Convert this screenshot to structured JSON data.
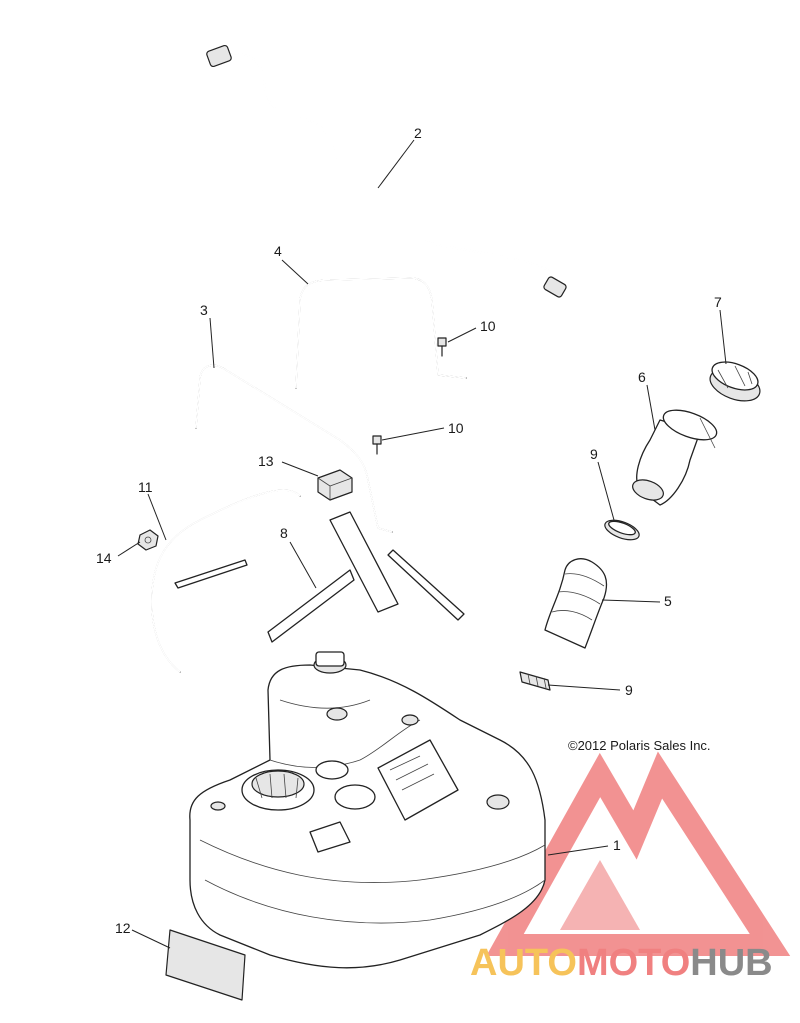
{
  "callouts": [
    {
      "id": "p1",
      "label": "1"
    },
    {
      "id": "p2",
      "label": "2"
    },
    {
      "id": "p3",
      "label": "3"
    },
    {
      "id": "p4",
      "label": "4"
    },
    {
      "id": "p5",
      "label": "5"
    },
    {
      "id": "p6",
      "label": "6"
    },
    {
      "id": "p7",
      "label": "7"
    },
    {
      "id": "p8",
      "label": "8"
    },
    {
      "id": "p9a",
      "label": "9"
    },
    {
      "id": "p9b",
      "label": "9"
    },
    {
      "id": "p10a",
      "label": "10"
    },
    {
      "id": "p10b",
      "label": "10"
    },
    {
      "id": "p11",
      "label": "11"
    },
    {
      "id": "p12",
      "label": "12"
    },
    {
      "id": "p13",
      "label": "13"
    },
    {
      "id": "p14",
      "label": "14"
    }
  ],
  "copyright": "©2012 Polaris Sales Inc.",
  "logo": {
    "part1": "AUTO",
    "part2": "MOTO",
    "part3": "HUB",
    "color_primary": "#f08080",
    "color_secondary": "#f6c35a",
    "color_dark": "#8a8a8a"
  }
}
